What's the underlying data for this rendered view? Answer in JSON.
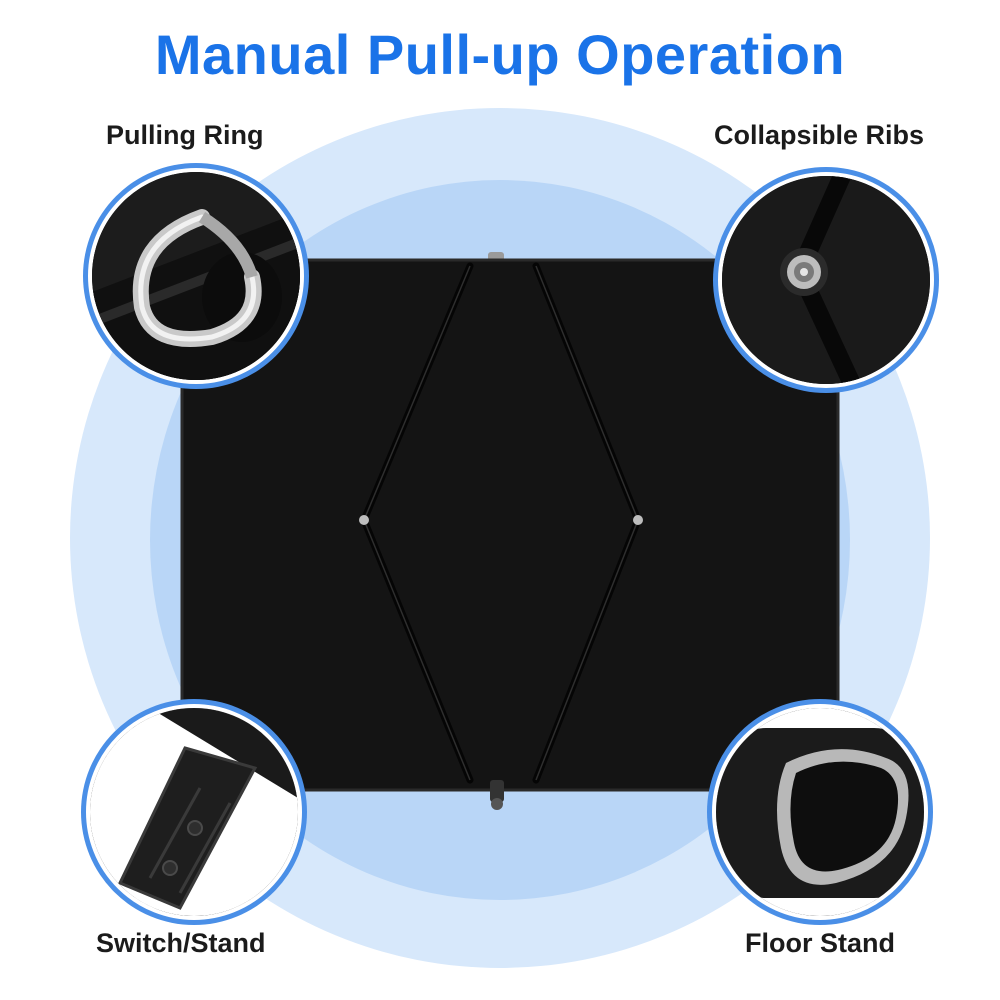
{
  "title": "Manual Pull-up Operation",
  "callouts": {
    "top_left": "Pulling Ring",
    "top_right": "Collapsible Ribs",
    "bottom_left": "Switch/Stand",
    "bottom_right": "Floor Stand"
  },
  "colors": {
    "title": "#1a73e8",
    "circle_border": "#4a8fe7",
    "background_outer": "#d7e8fb",
    "background_inner": "#b9d6f7",
    "screen": "#141414"
  }
}
